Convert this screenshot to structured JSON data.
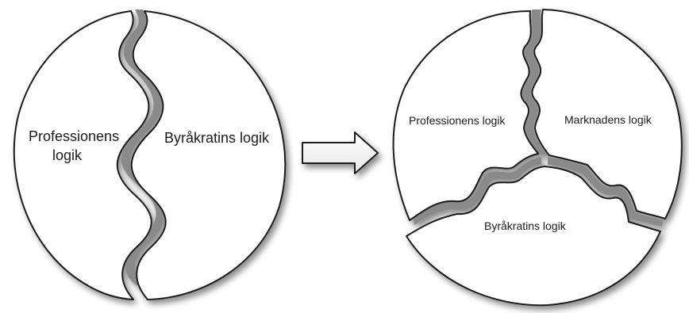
{
  "left_circle": {
    "left_piece_label_line1": "Professionens",
    "left_piece_label_line2": "logik",
    "right_piece_label": "Byråkratins logik"
  },
  "right_circle": {
    "top_left_label": "Professionens logik",
    "top_right_label": "Marknadens logik",
    "bottom_label": "Byråkratins logik"
  },
  "colors": {
    "outline": "#1e1e1e",
    "piece_fill": "#ffffff",
    "gap_shadow": "#8a8a8a",
    "arrow_fill": "#ffffff"
  }
}
